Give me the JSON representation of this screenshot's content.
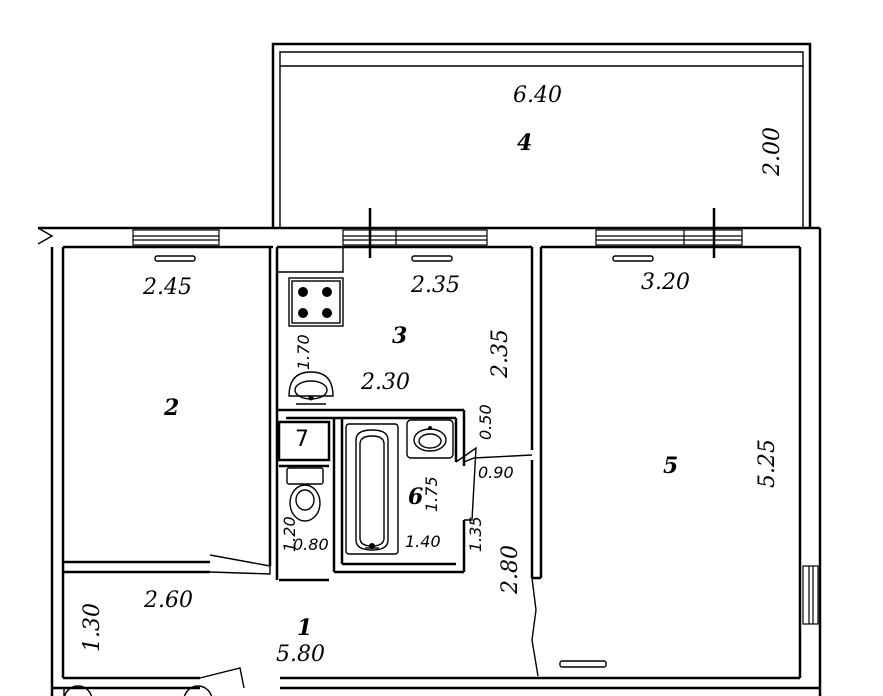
{
  "balcony": {
    "number": "4",
    "width": "6.40",
    "depth": "2.00"
  },
  "rooms": [
    {
      "id": "room-2",
      "number": "2",
      "width": "2.45"
    },
    {
      "id": "room-3",
      "number": "3",
      "width": "2.35",
      "length": "2.35",
      "depth": "2.30",
      "stove_side": "1.70"
    },
    {
      "id": "room-5",
      "number": "5",
      "width": "3.20",
      "length": "5.25"
    },
    {
      "id": "room-1",
      "number": "1",
      "width": "5.80",
      "depth": "1.30",
      "side": "2.60",
      "passage": "2.80"
    },
    {
      "id": "room-6",
      "number": "6",
      "width": "1.40",
      "length": "1.75",
      "side": "1.35",
      "niche": "0.90",
      "niche_depth": "0.50"
    },
    {
      "id": "room-7",
      "number": "7"
    },
    {
      "id": "wc",
      "width": "0.80",
      "length": "1.20"
    }
  ],
  "colors": {
    "line": "#000000",
    "background": "#ffffff"
  }
}
